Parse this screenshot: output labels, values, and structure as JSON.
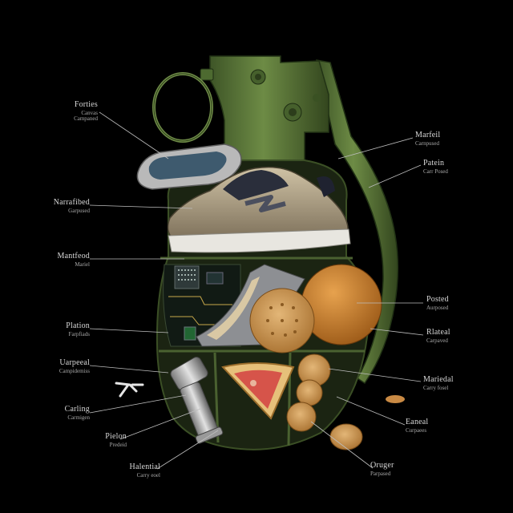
{
  "callouts": [
    {
      "id": "l1",
      "title": "Forties",
      "sub": "Canvas\nCampaned"
    },
    {
      "id": "l2",
      "title": "Narrafibed",
      "sub": "Garpused"
    },
    {
      "id": "l3",
      "title": "Mantfeod",
      "sub": "Mariel"
    },
    {
      "id": "l4",
      "title": "Plation",
      "sub": "Farpfiads"
    },
    {
      "id": "l5",
      "title": "Uarpeeal",
      "sub": "Campidemiss"
    },
    {
      "id": "l6",
      "title": "Carling",
      "sub": "Carmigen"
    },
    {
      "id": "l7",
      "title": "Pielon",
      "sub": "Predeid"
    },
    {
      "id": "l8",
      "title": "Halential",
      "sub": "Carry eoel"
    },
    {
      "id": "r1",
      "title": "Marfeil",
      "sub": "Carnpused"
    },
    {
      "id": "r2",
      "title": "Patein",
      "sub": "Carr Posed"
    },
    {
      "id": "r3",
      "title": "Posted",
      "sub": "Aurposed"
    },
    {
      "id": "r4",
      "title": "Rlateal",
      "sub": "Carpaved"
    },
    {
      "id": "r5",
      "title": "Mariedal",
      "sub": "Carry fosel"
    },
    {
      "id": "r6",
      "title": "Eaneal",
      "sub": "Curpaees"
    },
    {
      "id": "r7",
      "title": "Oruger",
      "sub": "Parpased"
    }
  ],
  "colors": {
    "background": "#000000",
    "grenade_green": "#5c7a3a",
    "grenade_dark": "#34481f",
    "label_text": "#d8d8d8",
    "leader_line": "#bdbdbd"
  },
  "icons": [
    "grenade-illustration",
    "pull-ring",
    "safety-lever",
    "sneaker",
    "phone",
    "circuit-board",
    "cracker",
    "bread-roll",
    "faucet",
    "pizza-slice",
    "cookie",
    "small-hook"
  ]
}
